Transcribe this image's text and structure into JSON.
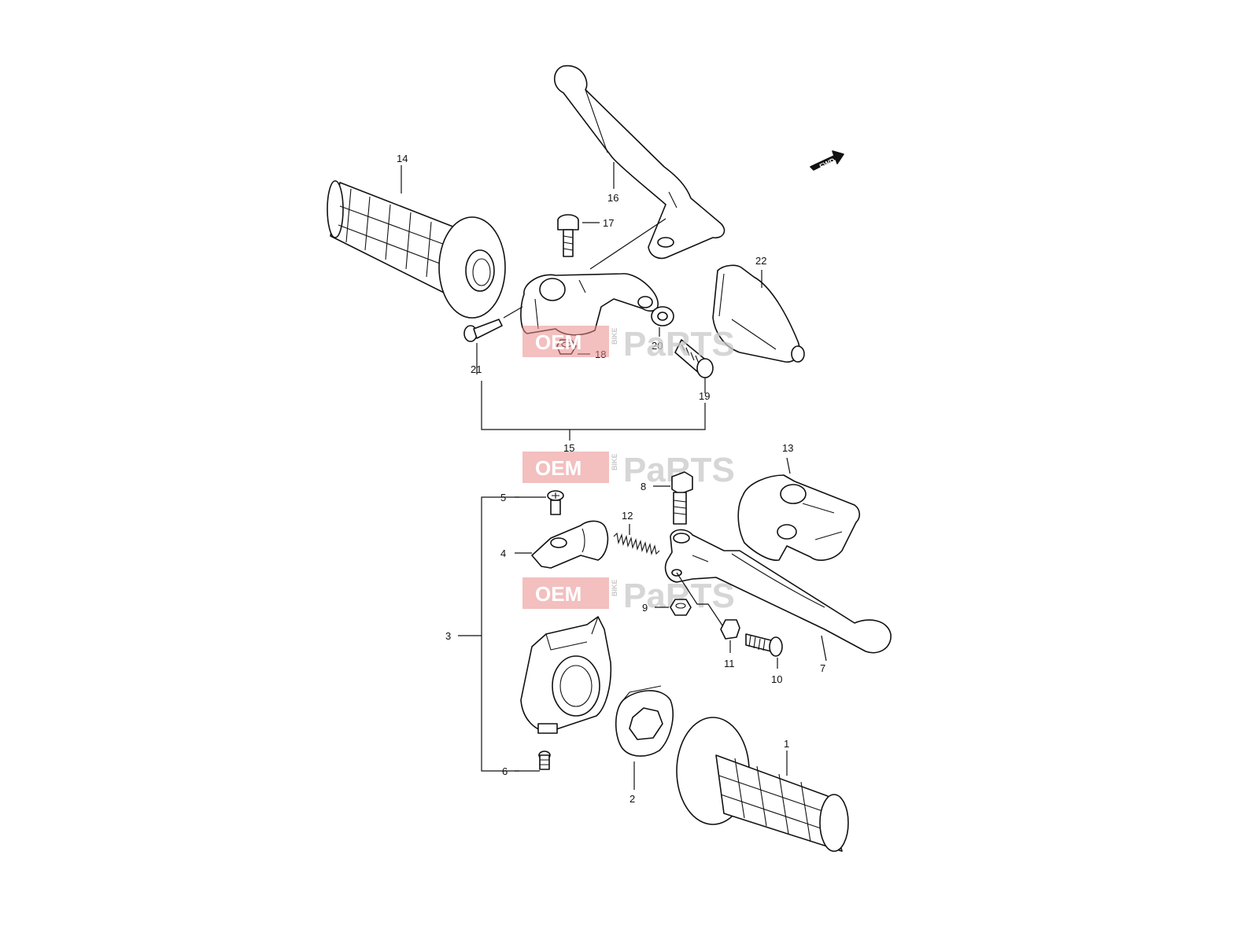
{
  "watermark": {
    "brand_left": "OEM",
    "brand_small": "BIKE",
    "brand_right": "PaRTS"
  },
  "direction_indicator": "FWD",
  "callouts": {
    "c1": "1",
    "c2": "2",
    "c3": "3",
    "c4": "4",
    "c5": "5",
    "c6": "6",
    "c7": "7",
    "c8": "8",
    "c9": "9",
    "c10": "10",
    "c11": "11",
    "c12": "12",
    "c13": "13",
    "c14": "14",
    "c15": "15",
    "c16": "16",
    "c17": "17",
    "c18": "18",
    "c19": "19",
    "c20": "20",
    "c21": "21",
    "c22": "22"
  }
}
